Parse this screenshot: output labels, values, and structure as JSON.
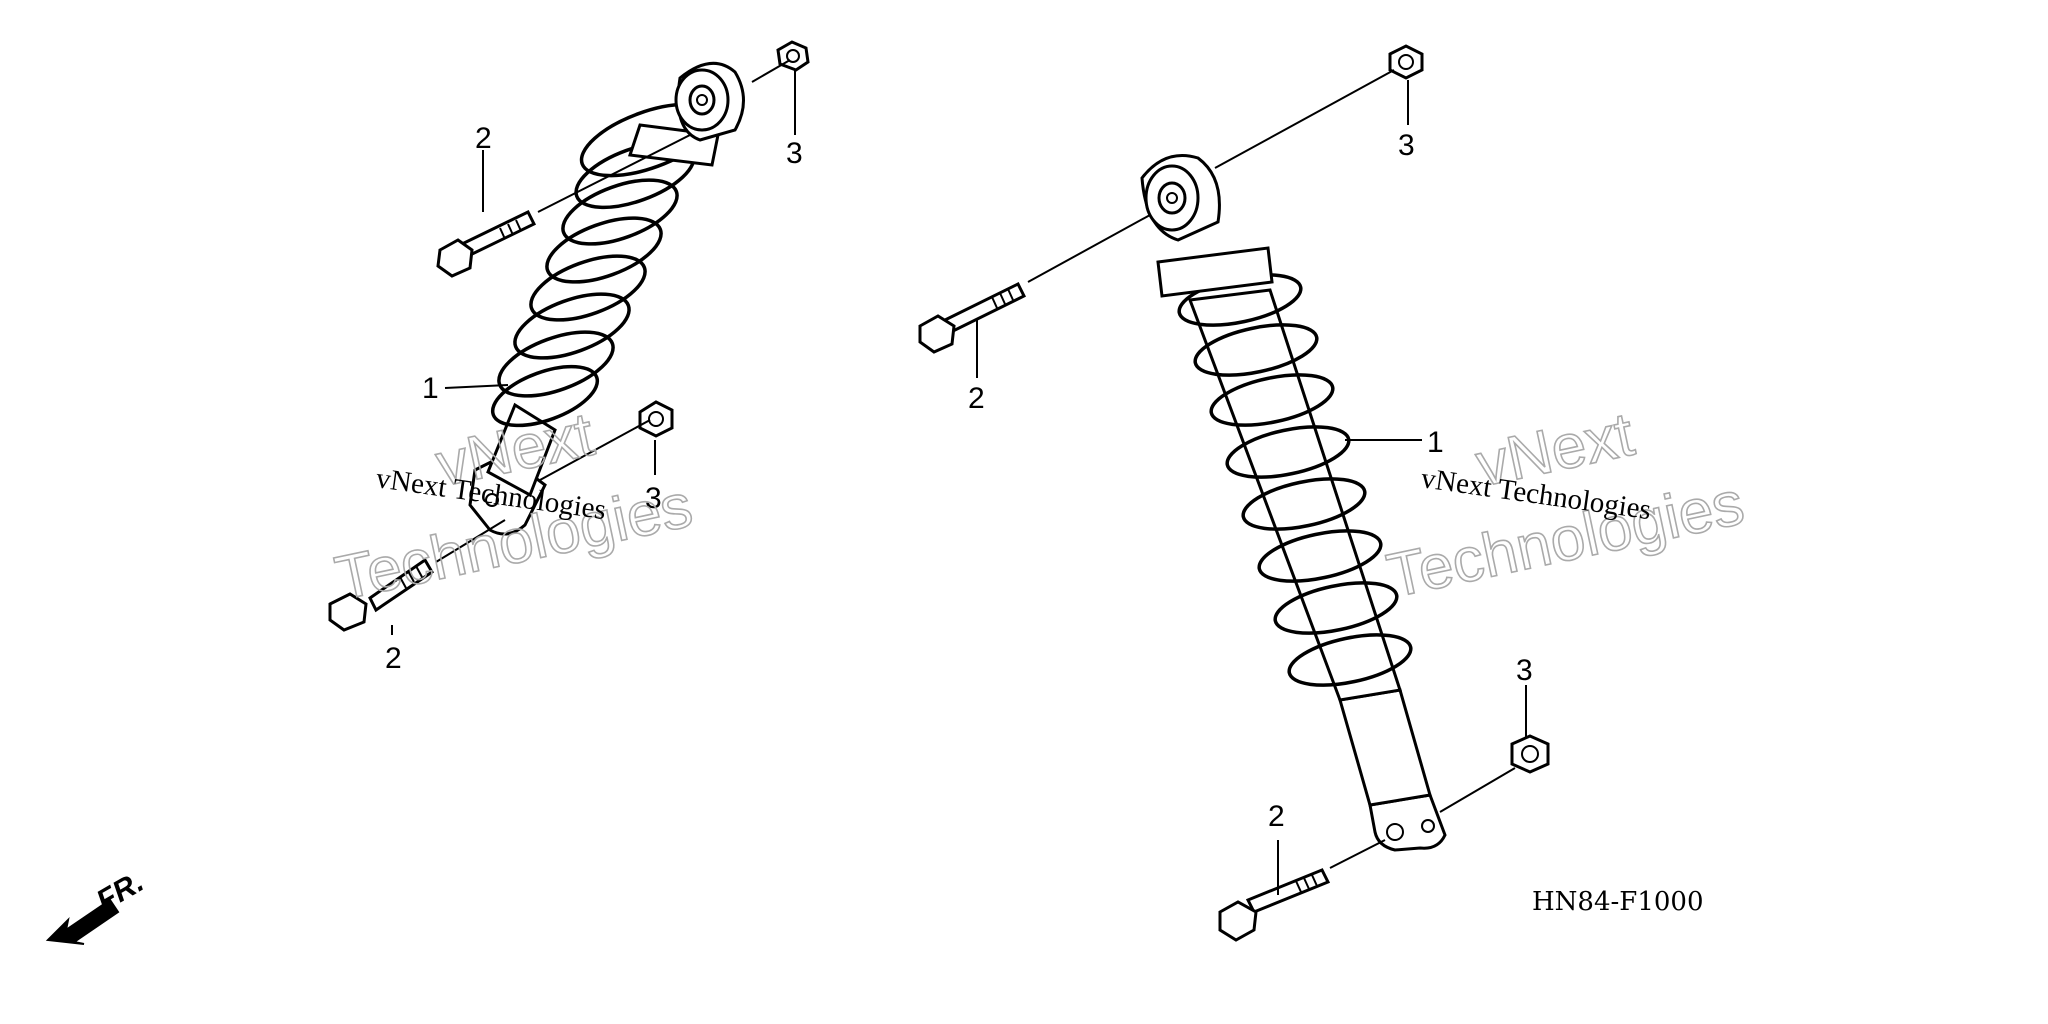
{
  "diagram": {
    "part_code": "HN84-F1000",
    "direction_label": "FR.",
    "watermark": {
      "serif_text": "vNext Technologies",
      "outline_line1": "vNext",
      "outline_line2": "Technologies"
    },
    "left_assembly": {
      "shock_label": "1",
      "top_bolt_label": "2",
      "top_nut_label": "3",
      "bottom_bolt_label": "2",
      "bottom_nut_label": "3"
    },
    "right_assembly": {
      "shock_label": "1",
      "top_bolt_label": "2",
      "top_nut_label": "3",
      "bottom_bolt_label": "2",
      "bottom_nut_label": "3"
    }
  }
}
